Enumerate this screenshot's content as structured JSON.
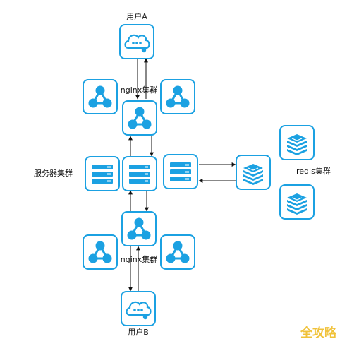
{
  "colors": {
    "accent": "#1ba1e2",
    "edge": "#111111",
    "watermark": "#f0c23a"
  },
  "labels": {
    "user_a": "用户A",
    "user_b": "用户B",
    "nginx_top": "nginx集群",
    "nginx_bottom": "nginx集群",
    "server_cluster": "服务器集群",
    "redis_cluster": "redis集群"
  },
  "watermark": "全攻略",
  "nodes": [
    {
      "id": "user-a",
      "icon": "cloud-chat-icon"
    },
    {
      "id": "nginx-top-left",
      "icon": "network-hub-icon"
    },
    {
      "id": "nginx-top-center",
      "icon": "network-hub-icon"
    },
    {
      "id": "nginx-top-right",
      "icon": "network-hub-icon"
    },
    {
      "id": "server-left",
      "icon": "server-rack-icon"
    },
    {
      "id": "server-center",
      "icon": "server-rack-icon"
    },
    {
      "id": "server-right",
      "icon": "server-rack-icon"
    },
    {
      "id": "redis-proxy",
      "icon": "database-stack-icon"
    },
    {
      "id": "redis-top",
      "icon": "database-stack-icon"
    },
    {
      "id": "redis-bottom",
      "icon": "database-stack-icon"
    },
    {
      "id": "nginx-bottom-left",
      "icon": "network-hub-icon"
    },
    {
      "id": "nginx-bottom-center",
      "icon": "network-hub-icon"
    },
    {
      "id": "nginx-bottom-right",
      "icon": "network-hub-icon"
    },
    {
      "id": "user-b",
      "icon": "cloud-chat-icon"
    }
  ]
}
